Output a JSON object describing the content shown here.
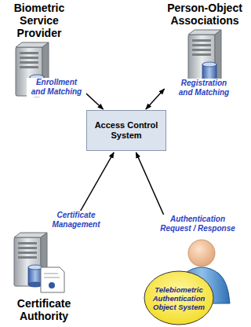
{
  "diagram": {
    "nodes": [
      {
        "text": [
          "Biometric Service Provider"
        ]
      },
      {
        "text": [
          "Person-Object Associations"
        ]
      },
      {
        "text": [
          "Access Control System"
        ]
      },
      {
        "text": [
          "Certificate Authority"
        ]
      },
      {
        "text": [
          "Telebiometric Authentication Object System"
        ]
      }
    ],
    "edges": [
      {
        "from": 2,
        "to": 0,
        "arrow": "both",
        "label": "Enrollment and Matching"
      },
      {
        "from": 2,
        "to": 1,
        "arrow": "both",
        "label": "Registration and Matching"
      },
      {
        "from": 2,
        "to": 3,
        "arrow": "both",
        "label": "Certificate Management"
      },
      {
        "from": 4,
        "to": 2,
        "arrow": "both",
        "label": "Authentication Request / Response"
      }
    ]
  }
}
